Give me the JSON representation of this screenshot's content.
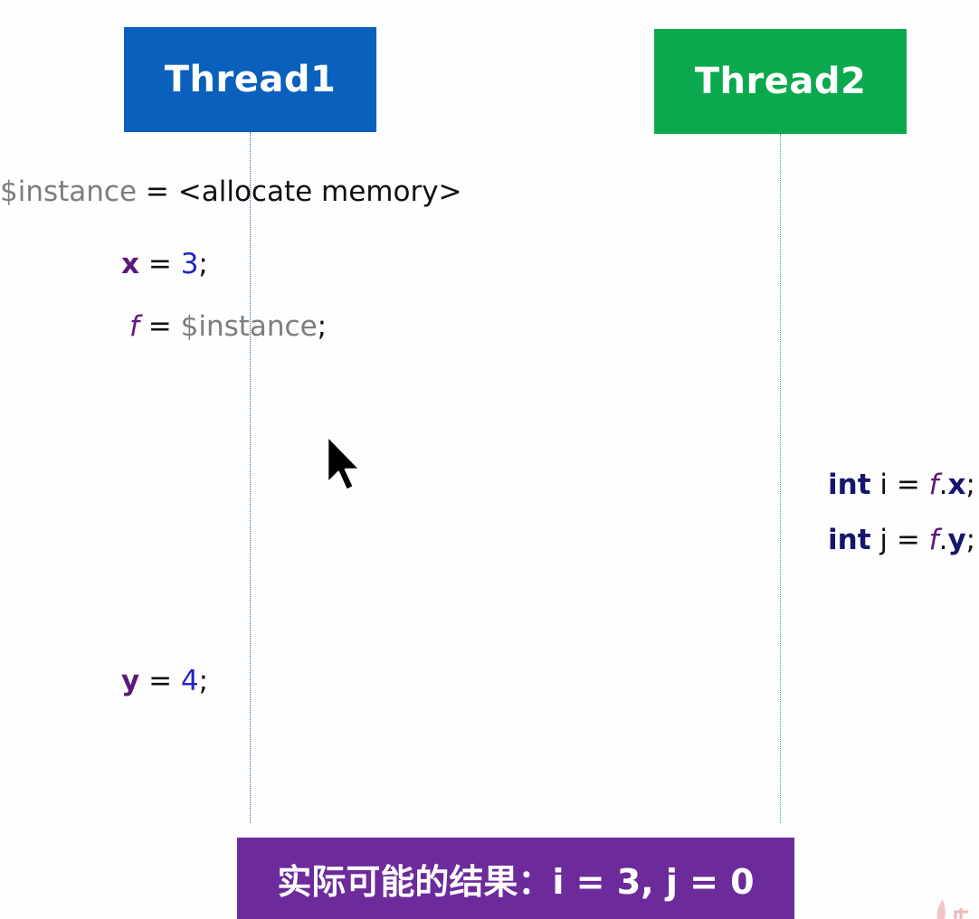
{
  "threads": {
    "thread1": {
      "label": "Thread1",
      "color": "#0960bd"
    },
    "thread2": {
      "label": "Thread2",
      "color": "#0aa94e"
    }
  },
  "thread1_code": {
    "line_instance": {
      "var": "$instance",
      "op": " = ",
      "rest": "<allocate memory>"
    },
    "line_x": {
      "var": "x",
      "op": " = ",
      "num": "3",
      "end": ";"
    },
    "line_f": {
      "var": "f",
      "op": " = ",
      "rest": "$instance",
      "end": ";"
    },
    "line_y": {
      "var": "y",
      "op": " = ",
      "num": "4",
      "end": ";"
    }
  },
  "thread2_code": {
    "line_i": {
      "kw": "int",
      "name": " i = ",
      "obj": "f",
      "dot": ".",
      "field": "x",
      "end": ";"
    },
    "line_j": {
      "kw": "int",
      "name": " j = ",
      "obj": "f",
      "dot": ".",
      "field": "y",
      "end": ";"
    }
  },
  "result": {
    "text": "实际可能的结果：i = 3, j = 0",
    "color": "#6c2a9b"
  },
  "icons": {
    "cursor": "mouse-pointer-icon"
  }
}
